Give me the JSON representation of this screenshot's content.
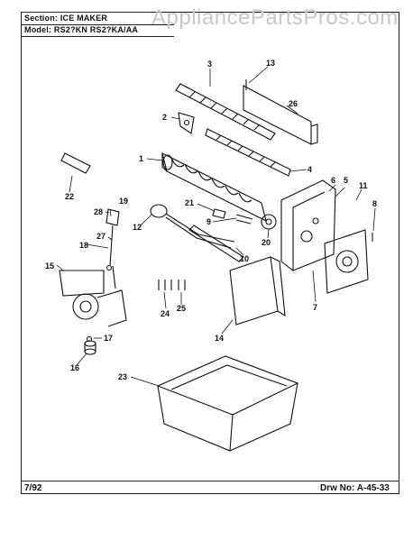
{
  "header": {
    "section_label": "Section:",
    "section_value": "ICE MAKER",
    "model_label": "Model:",
    "model_value": "RS2?KN RS2?KA/AA"
  },
  "watermark": "AppliancePartsPros.com",
  "footer": {
    "date": "7/92",
    "drawing_number": "Drw No: A-45-33"
  },
  "callouts": [
    "1",
    "2",
    "3",
    "4",
    "5",
    "6",
    "7",
    "8",
    "9",
    "10",
    "11",
    "12",
    "13",
    "14",
    "15",
    "16",
    "17",
    "18",
    "19",
    "20",
    "21",
    "22",
    "23",
    "24",
    "25",
    "26",
    "27",
    "28"
  ]
}
